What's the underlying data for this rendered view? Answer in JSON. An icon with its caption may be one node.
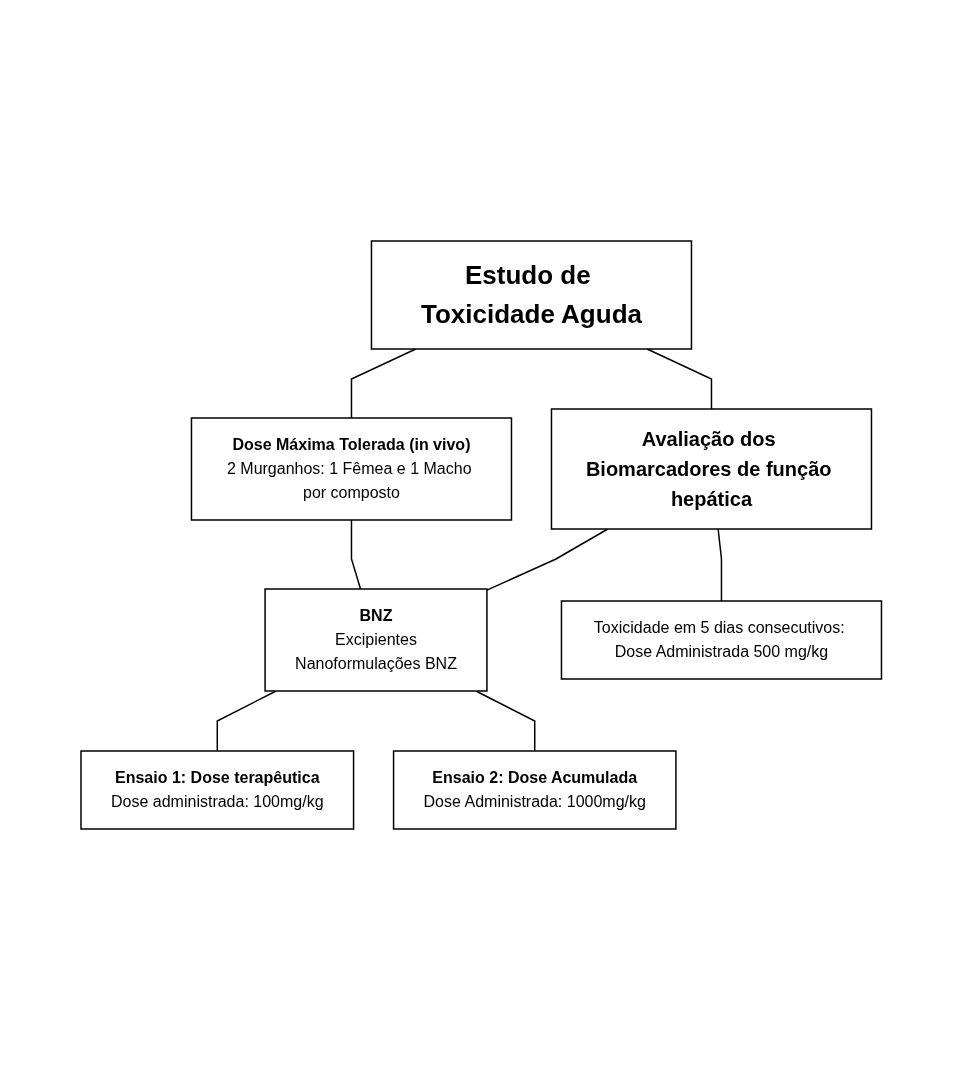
{
  "diagram": {
    "nodes": [
      {
        "text": [
          "Estudo de Toxicidade Aguda"
        ]
      },
      {
        "text": [
          "Dose Máxima Tolerada (in vivo)",
          "2 Murganhos: 1 Fêmea e 1 Macho por composto"
        ]
      },
      {
        "text": [
          "Avaliação dos Biomarcadores de função hepática"
        ]
      },
      {
        "text": [
          "BNZ",
          "Excipientes",
          "Nanoformulações BNZ"
        ]
      },
      {
        "text": [
          "Ensaio 1: Dose terapêutica",
          "Dose administrada: 100mg/kg"
        ]
      },
      {
        "text": [
          "Ensaio 2: Dose Acumulada",
          "Dose Administrada: 1000mg/kg"
        ]
      },
      {
        "text": [
          "Toxicidade em 5 dias consecutivos: Dose Administrada 500 mg/kg"
        ]
      }
    ],
    "edges": [
      {
        "from": 0,
        "to": 1,
        "arrow": "none"
      },
      {
        "from": 0,
        "to": 2,
        "arrow": "none"
      },
      {
        "from": 1,
        "to": 3,
        "arrow": "none"
      },
      {
        "from": 2,
        "to": 3,
        "arrow": "none"
      },
      {
        "from": 3,
        "to": 4,
        "arrow": "none"
      },
      {
        "from": 3,
        "to": 5,
        "arrow": "none"
      },
      {
        "from": 2,
        "to": 6,
        "arrow": "none"
      }
    ]
  }
}
